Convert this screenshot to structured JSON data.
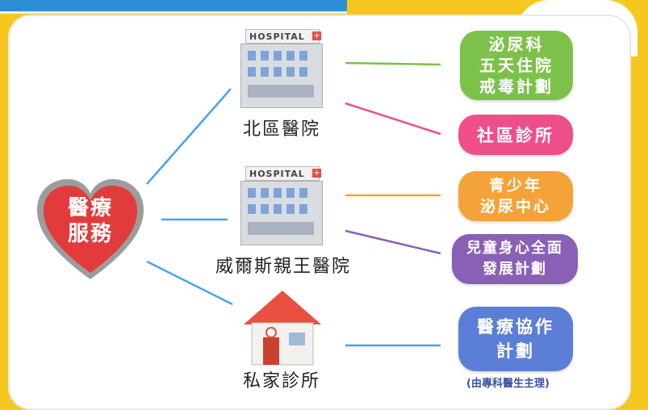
{
  "center": {
    "label_line1": "醫療",
    "label_line2": "服務"
  },
  "hospitals": [
    {
      "sign": "HOSPITAL",
      "name": "北區醫院"
    },
    {
      "sign": "HOSPITAL",
      "name": "威爾斯親王醫院"
    }
  ],
  "clinic": {
    "name": "私家診所"
  },
  "services": [
    {
      "lines": [
        "泌尿科",
        "五天住院",
        "戒毒計劃"
      ],
      "color": "#7cc14a"
    },
    {
      "lines": [
        "社區診所"
      ],
      "color": "#ee4f8b"
    },
    {
      "lines": [
        "青少年",
        "泌尿中心"
      ],
      "color": "#f4a338"
    },
    {
      "lines": [
        "兒童身心全面",
        "發展計劃"
      ],
      "color": "#8a5fb6"
    },
    {
      "lines": [
        "醫療協作",
        "計劃"
      ],
      "color": "#5b7fd6"
    }
  ],
  "service_note": "(由專科醫生主理)",
  "colors": {
    "heart": "#e23b3b",
    "connector": "#4aa3e6",
    "background": "#f6c81f"
  }
}
